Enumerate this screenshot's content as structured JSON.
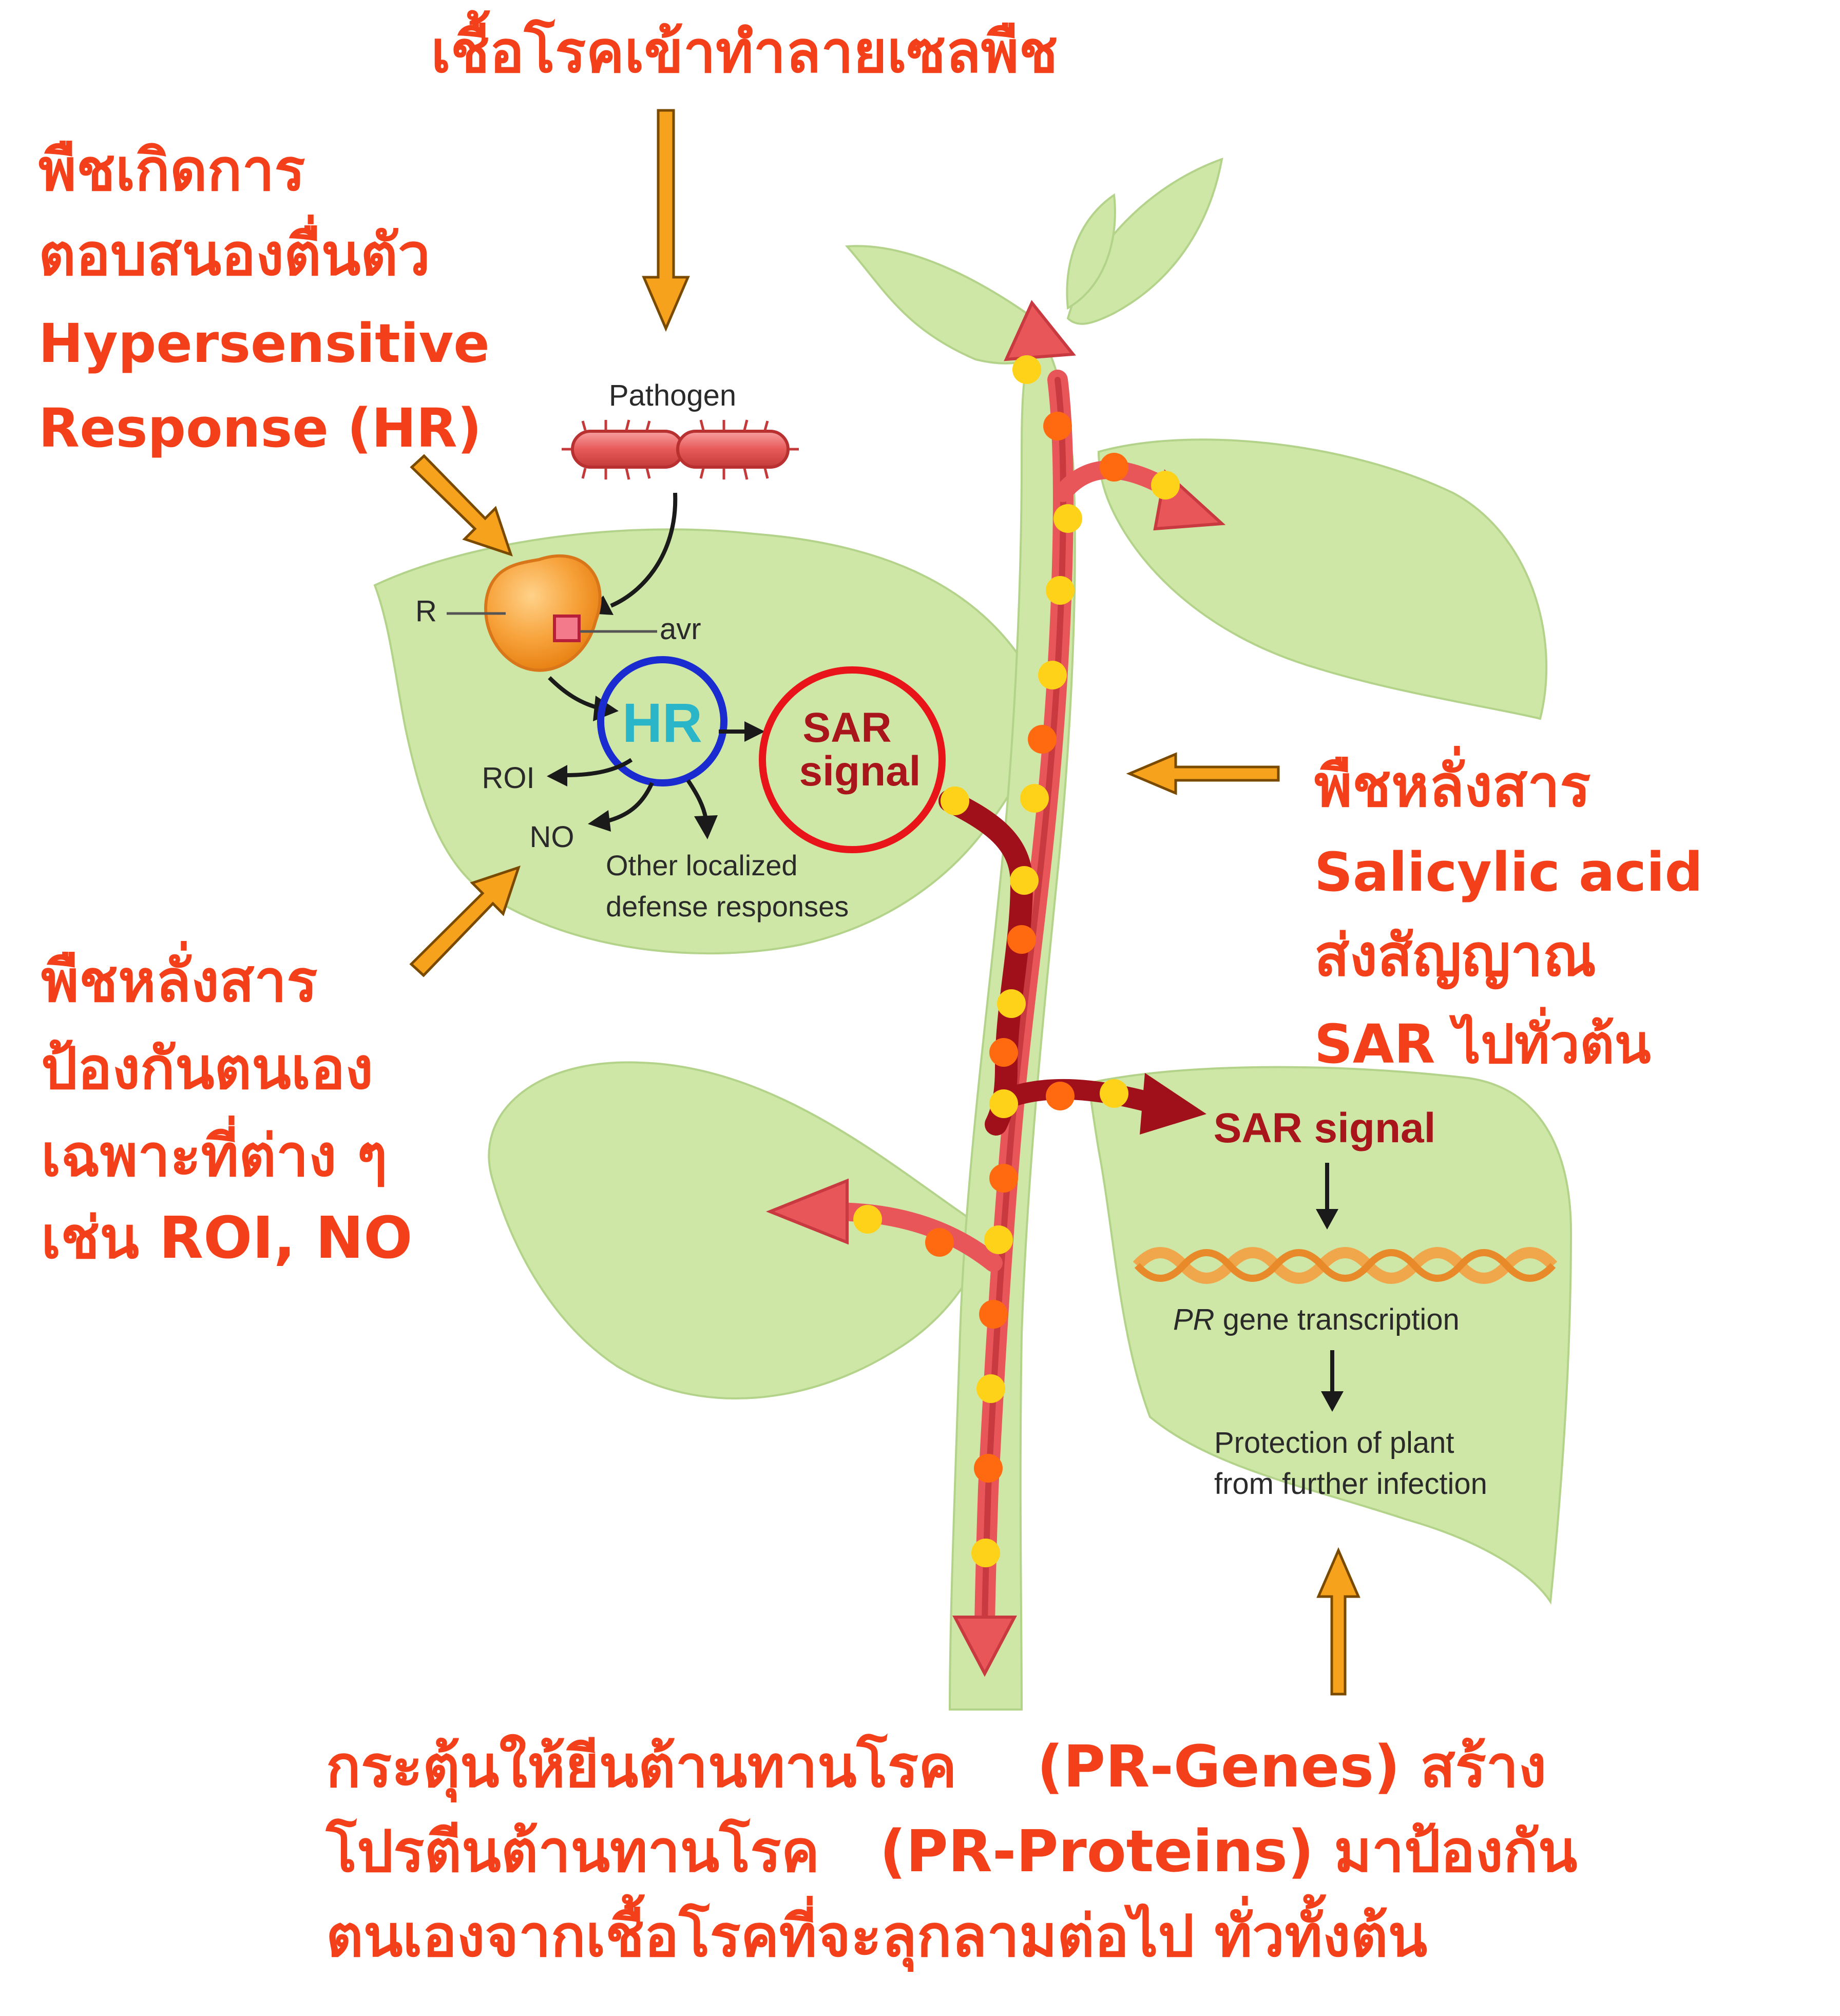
{
  "annotations": {
    "top": "เชื้อโรคเข้าทำลายเซลพืช",
    "hr_title": [
      "พืชเกิดการ",
      "ตอบสนองตื่นตัว",
      "Hypersensitive",
      "Response (HR)"
    ],
    "local_defense": [
      "พืชหลั่งสาร",
      "ป้องกันตนเอง",
      "เฉพาะที่ต่าง ๆ",
      "เช่น ROI, NO"
    ],
    "salicylic": [
      "พืชหลั่งสาร",
      "Salicylic acid",
      "ส่งสัญญาณ",
      "SAR ไปทั่วต้น"
    ],
    "bottom": [
      "กระตุ้นให้ยีนต้านทานโรค    (PR-Genes) สร้าง",
      "โปรตีนต้านทานโรค   (PR-Proteins) มาป้องกัน",
      "ตนเองจากเชื้อโรคที่จะลุกลามต่อไป ทั่วทั้งต้น"
    ]
  },
  "labels": {
    "pathogen": "Pathogen",
    "r": "R",
    "avr": "avr",
    "hr": "HR",
    "sar_signal_1": "SAR",
    "sar_signal_2": "signal",
    "roi": "ROI",
    "no": "NO",
    "other_1": "Other localized",
    "other_2": "defense responses",
    "sar_signal_right": "SAR signal",
    "pr_gene_italic": "PR",
    "pr_gene_rest": " gene transcription",
    "protection_1": "Protection of plant",
    "protection_2": "from further infection"
  },
  "colors": {
    "annotation_text": "#f4401a",
    "leaf_fill": "#cfe7a6",
    "signal_arrow": "#e8565a",
    "signal_dark": "#a0101a",
    "dot_yellow": "#ffd21a",
    "dot_orange": "#ff6a10",
    "pointer_arrow": "#f7a21c",
    "hr_circle": "#1a2ccf",
    "sar_circle": "#e8141a"
  }
}
